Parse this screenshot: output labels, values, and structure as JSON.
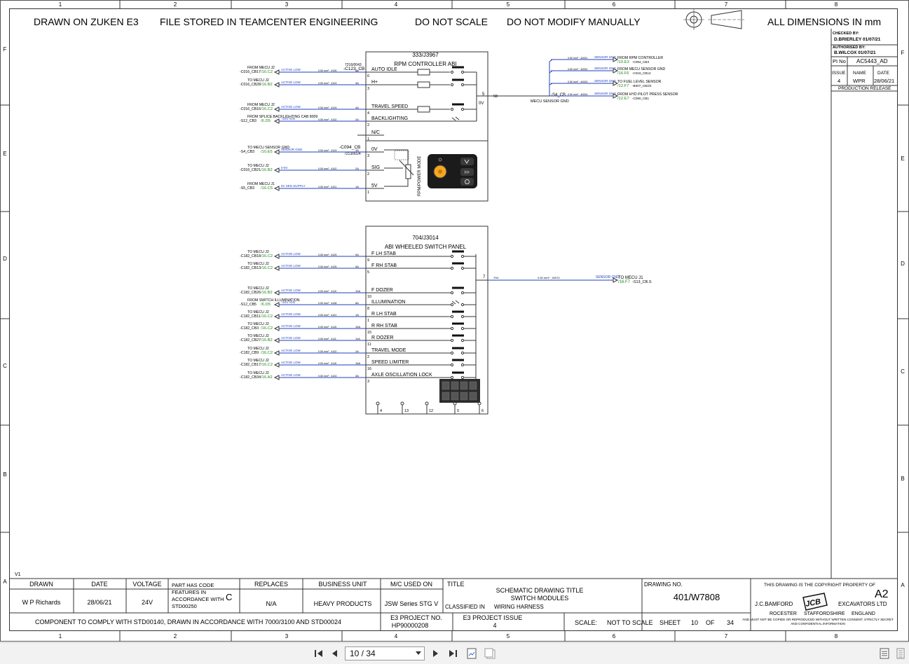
{
  "header": {
    "drawn_on": "DRAWN ON ZUKEN E3",
    "file_stored": "FILE STORED IN TEAMCENTER ENGINEERING",
    "do_not_scale": "DO NOT SCALE",
    "do_not_modify": "DO NOT MODIFY MANUALLY",
    "dimensions": "ALL DIMENSIONS IN mm"
  },
  "grid": {
    "columns": [
      "1",
      "2",
      "3",
      "4",
      "5",
      "6",
      "7",
      "8"
    ],
    "rows": [
      "F",
      "E",
      "D",
      "C",
      "B",
      "A"
    ]
  },
  "revision": {
    "checked_by_label": "CHECKED BY:",
    "checked_by": "D.BRIERLEY 01/07/21",
    "authorised_by_label": "AUTHORISED BY:",
    "authorised_by": "B.WILCOX 01/07/21",
    "pi_no_label": "PI No",
    "pi_no": "AC5443_AD",
    "issue_label": "ISSUE",
    "name_label": "NAME",
    "date_label": "DATE",
    "issue": "4",
    "name": "WPR",
    "date": "28/06/21",
    "status": "PRODUCTION RELEASE"
  },
  "rpm_controller": {
    "id": "333/J3967",
    "title": "RPM CONTROLLER ABI",
    "conn_ref": "-C123_CB",
    "conn_ref2": "7216/0043",
    "lower_conn_ref": "-C094_CB",
    "lower_conn_ref2": "7213/0024",
    "pot_label": "RPM/POWER MODE",
    "gnd_label": "0V",
    "gnd_pin": "5",
    "pins": [
      {
        "num": "6",
        "label": "AUTO IDLE",
        "src": "FROM MECU J2",
        "signal": "ACTIVE LOW",
        "wire_from": "-C016_CB17",
        "ref": "/16.C2"
      },
      {
        "num": "3",
        "label": "H+",
        "src": "TO MECU J2",
        "signal": "ACTIVE LOW",
        "wire_from": "-C016_CB28",
        "ref": "/16.B2"
      },
      {
        "num": "4",
        "label": "TRAVEL SPEED",
        "src": "FROM MECU J2",
        "signal": "ACTIVE LOW",
        "wire_from": "-C016_CB16",
        "ref": "/16.C2"
      },
      {
        "num": "2",
        "label": "BACKLIGHTING",
        "src": "FROM SPLICE:BACKLIGHTING CAB 8009",
        "signal": "+24V IGN",
        "wire_from": "-S12_CB3",
        "ref": "/6.D5"
      },
      {
        "num": "1",
        "label": "N/C",
        "src": "",
        "signal": "",
        "wire_from": "",
        "ref": ""
      },
      {
        "num": "3",
        "label": "0V",
        "src": "TO MECU SENSOR GND",
        "signal": "SENSOR GND",
        "wire_from": "-S4_CB3",
        "ref": "/10.E5"
      },
      {
        "num": "2",
        "label": "SIG",
        "src": "TO MECU J2",
        "signal": "0-5V",
        "wire_from": "-C016_CB21",
        "ref": "/16.B2"
      },
      {
        "num": "1",
        "label": "5V",
        "src": "FROM MECU J1",
        "signal": "5V SEN SUPPLY",
        "wire_from": "-S5_CB3",
        "ref": "/16.C5"
      }
    ]
  },
  "mecu_sensor_gnd": {
    "label": "MECU SENSOR GND",
    "splice": "-S4_CB",
    "outputs": [
      {
        "signal": "SENSOR GND",
        "dest": "FROM RPM CONTROLLER",
        "ref": "/10.E3",
        "conn": "-C094_CB3"
      },
      {
        "signal": "SENSOR GND",
        "dest": "FROM MECU SENSOR GND",
        "ref": "/16.F6",
        "conn": "-C016_CB14"
      },
      {
        "signal": "SENSOR GND",
        "dest": "TO FUEL LEVEL SENSOR",
        "ref": "/12.F7",
        "conn": "-B007_CB2/4"
      },
      {
        "signal": "SENSOR GND",
        "dest": "FROM HYD PILOT PRESS SENSOR",
        "ref": "/12.E7",
        "conn": "-C090_CB1"
      }
    ]
  },
  "switch_panel": {
    "id": "704/J3014",
    "title": "ABI WHEELED SWITCH PANEL",
    "gnd_pin": "7",
    "gnd_dest": "TO MECU J1",
    "gnd_signal": "SENSOR GND",
    "gnd_ref": "/16.F7",
    "gnd_conn": "-S13_CB.S",
    "bottom_pins": [
      "4",
      "13",
      "12",
      "5",
      "6"
    ],
    "pins": [
      {
        "num": "9",
        "label": "F LH STAB",
        "src": "TO MECU J2",
        "signal": "ACTIVE LOW",
        "wire_from": "-C182_CB18",
        "ref": "/16.C2"
      },
      {
        "num": "5",
        "label": "F RH STAB",
        "src": "TO MECU J2",
        "signal": "ACTIVE LOW",
        "wire_from": "-C182_CB13",
        "ref": "/16.C2"
      },
      {
        "num": "10",
        "label": "F DOZER",
        "src": "TO MECU J2",
        "signal": "ACTIVE LOW",
        "wire_from": "-C182_CB26",
        "ref": "/16.B2"
      },
      {
        "num": "8",
        "label": "ILLUMINATION",
        "src": "FROM SWITCH ILLUMINATION",
        "signal": "+24V IGN",
        "wire_from": "-S12_CB5",
        "ref": "/6.D5"
      },
      {
        "num": "1",
        "label": "R LH STAB",
        "src": "TO MECU J2",
        "signal": "ACTIVE LOW",
        "wire_from": "-C182_CB11",
        "ref": "/16.C2"
      },
      {
        "num": "15",
        "label": "R RH STAB",
        "src": "TO MECU J2",
        "signal": "ACTIVE LOW",
        "wire_from": "-C182_CB3",
        "ref": "/16.C2"
      },
      {
        "num": "11",
        "label": "R DOZER",
        "src": "TO MECU J2",
        "signal": "ACTIVE LOW",
        "wire_from": "-C182_CB27",
        "ref": "/16.B2"
      },
      {
        "num": "2",
        "label": "TRAVEL MODE",
        "src": "TO MECU J2",
        "signal": "ACTIVE LOW",
        "wire_from": "-C182_CB9",
        "ref": "/16.C2"
      },
      {
        "num": "16",
        "label": "SPEED LIMITER",
        "src": "TO MECU J2",
        "signal": "ACTIVE LOW",
        "wire_from": "-C182_CB17",
        "ref": "/16.C2"
      },
      {
        "num": "3",
        "label": "AXLE OSCILLATION LOCK",
        "src": "TO MECU J2",
        "signal": "ACTIVE LOW",
        "wire_from": "-C182_CB34",
        "ref": "/16.A2"
      }
    ]
  },
  "title_block": {
    "version": "V1",
    "drawn_label": "DRAWN",
    "drawn": "W P Richards",
    "date_label": "DATE",
    "date": "28/06/21",
    "voltage_label": "VOLTAGE",
    "voltage": "24V",
    "part_code_note": "PART HAS CODE FEATURES IN ACCORDANCE WITH STD00250",
    "part_code": "C",
    "replaces_label": "REPLACES",
    "replaces": "N/A",
    "business_unit_label": "BUSINESS UNIT",
    "business_unit": "HEAVY PRODUCTS",
    "mc_used_on_label": "M/C USED ON",
    "mc_used_on": "JSW Series STG V",
    "title_label": "TITLE",
    "title_line1": "SCHEMATIC DRAWING TITLE",
    "title_line2": "SWITCH MODULES",
    "classified_label": "CLASSIFIED IN",
    "classified": "WIRING HARNESS",
    "drawing_no_label": "DRAWING NO.",
    "drawing_no": "401/W7808",
    "copyright_note": "THIS DRAWING IS THE COPYRIGHT PROPERTY OF",
    "sheet_size": "A2",
    "company_left": "J.C.BAMFORD",
    "company_right": "EXCAVATORS LTD",
    "location1": "ROCESTER",
    "location2": "STAFFORDSHIRE",
    "location3": "ENGLAND",
    "legal_note": "AND MUST NOT BE COPIED OR REPRODUCED WITHOUT WRITTEN CONSENT. STRICTLY SECRET AND CONFIDENTIAL INFORMATION",
    "logo_text": "JCB",
    "compliance": "COMPONENT TO COMPLY WITH STD00140, DRAWN IN ACCORDANCE WITH 7000/3100 AND STD00024",
    "e3_project_label": "E3 PROJECT NO.",
    "e3_project": "HP90000208",
    "e3_issue_label": "E3 PROJECT ISSUE",
    "e3_issue": "4",
    "scale_label": "SCALE:",
    "scale": "NOT TO SCALE",
    "sheet_label": "SHEET",
    "sheet": "10",
    "of_label": "OF",
    "sheet_total": "34"
  },
  "viewer": {
    "page_indicator": "10 / 34"
  },
  "colors": {
    "wire": "#1f3fbf",
    "ref_green": "#1a8a1a",
    "line": "#333333",
    "knob": "#f5a623"
  }
}
